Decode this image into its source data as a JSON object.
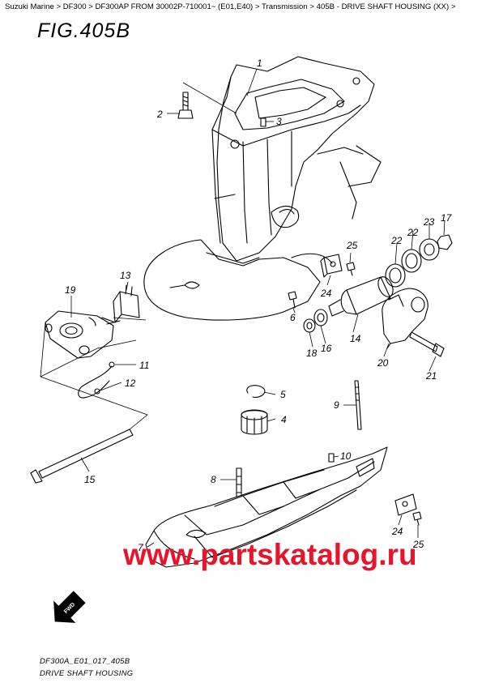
{
  "breadcrumb": {
    "items": [
      "Suzuki Marine",
      "DF300",
      "DF300AP FROM 30002P-710001~ (E01,E40)",
      "Transmission",
      "405B - DRIVE SHAFT HOUSING (XX)"
    ],
    "separator": ">"
  },
  "figure_title": "FIG.405B",
  "callouts": [
    "1",
    "2",
    "3",
    "4",
    "5",
    "6",
    "7",
    "8",
    "9",
    "10",
    "11",
    "12",
    "13",
    "14",
    "15",
    "16",
    "17",
    "18",
    "19",
    "20",
    "21",
    "22",
    "22",
    "23",
    "24",
    "24",
    "25",
    "25"
  ],
  "watermark": "www.partskatalog.ru",
  "fwd_label": "FWD",
  "footer": {
    "code": "DF300A_E01_017_405B",
    "caption": "DRIVE SHAFT HOUSING"
  },
  "colors": {
    "watermark": "#e8142a",
    "line": "#000000",
    "background": "#ffffff"
  }
}
